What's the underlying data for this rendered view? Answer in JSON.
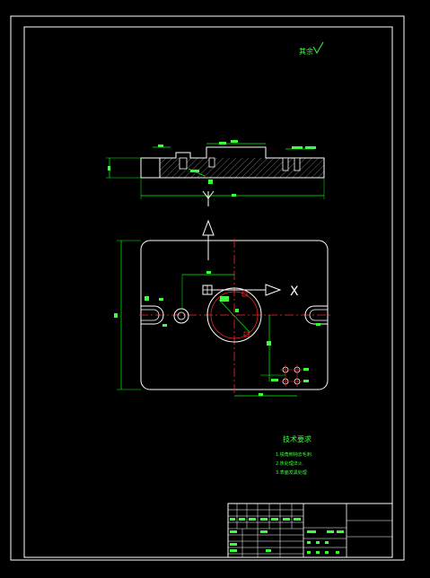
{
  "drawing": {
    "background": "#000000",
    "colors": {
      "border": "#ffffff",
      "outline": "#ffffff",
      "dimension": "#00ff00",
      "text": "#3cff3c",
      "center_line": "#ff2a2a",
      "hatch": "#9a9a9a"
    },
    "axis_labels": {
      "x": "X",
      "y": "Y"
    },
    "tech_req": {
      "title": "技术要求",
      "items": [
        "1.锐角倒钝去毛刺.",
        "2.热处理淬火.",
        "3.表面发黑处理"
      ]
    },
    "surface_mark": "其余"
  }
}
